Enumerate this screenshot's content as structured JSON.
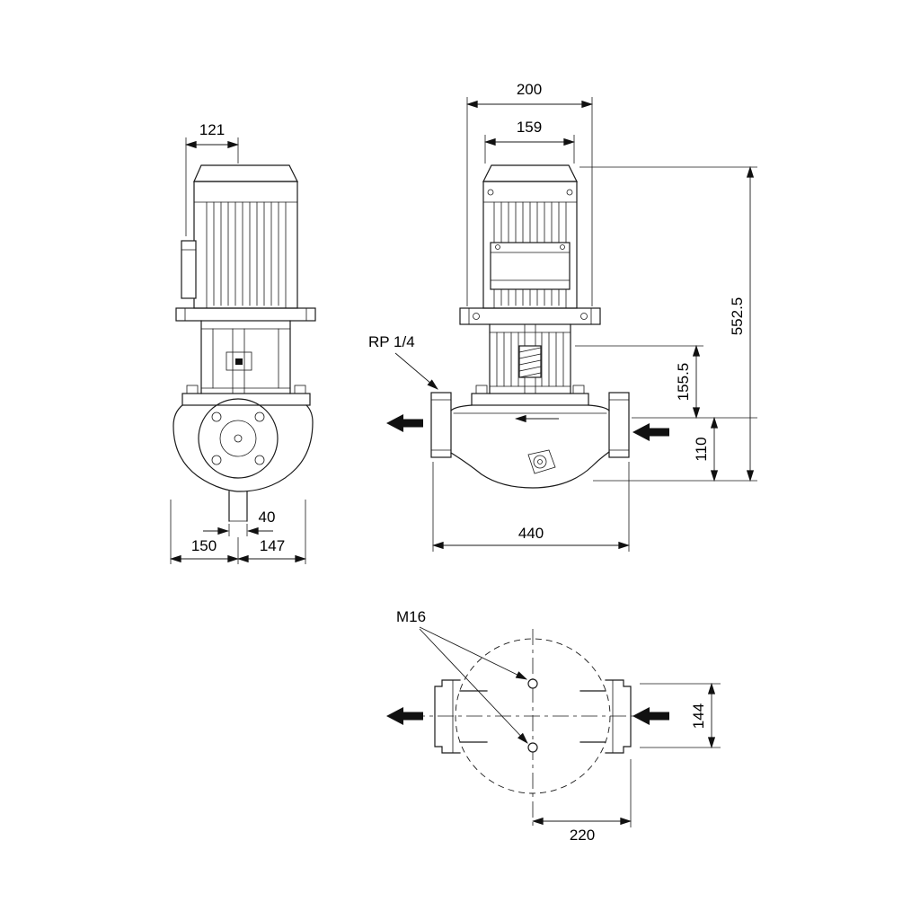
{
  "drawing": {
    "type": "pump-dimensional-drawing",
    "side_view": {
      "dim_width_121": "121",
      "dim_port_40": "40",
      "dim_left_150": "150",
      "dim_right_147": "147"
    },
    "front_view": {
      "dim_top_200": "200",
      "dim_motor_159": "159",
      "dim_total_552_5": "552.5",
      "dim_mid_155_5": "155.5",
      "dim_axis_110": "110",
      "dim_length_440": "440",
      "label_rp": "RP 1/4"
    },
    "plan_view": {
      "label_m16": "M16",
      "dim_holes_144": "144",
      "dim_center_220": "220"
    }
  }
}
